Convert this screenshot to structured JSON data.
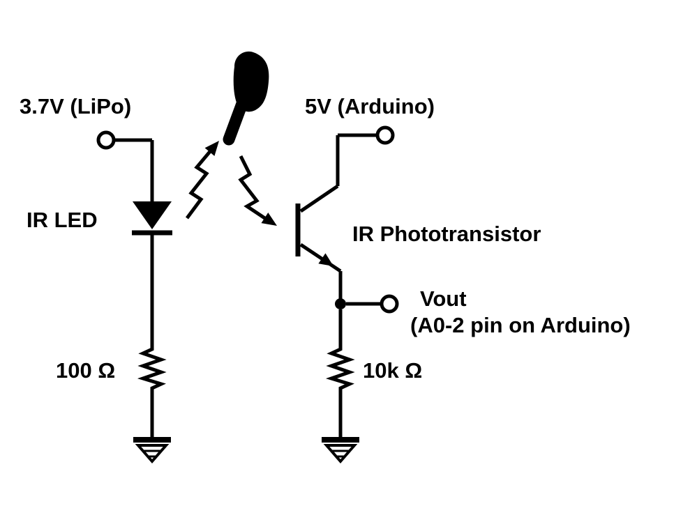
{
  "labels": {
    "left_supply": "3.7V (LiPo)",
    "right_supply": "5V (Arduino)",
    "ir_led": "IR LED",
    "phototransistor": "IR Phototransistor",
    "vout": "Vout",
    "vout_pin": "(A0-2 pin on Arduino)",
    "left_resistor": "100 Ω",
    "right_resistor": "10k Ω"
  },
  "colors": {
    "ink": "#000000",
    "background": "#ffffff"
  }
}
